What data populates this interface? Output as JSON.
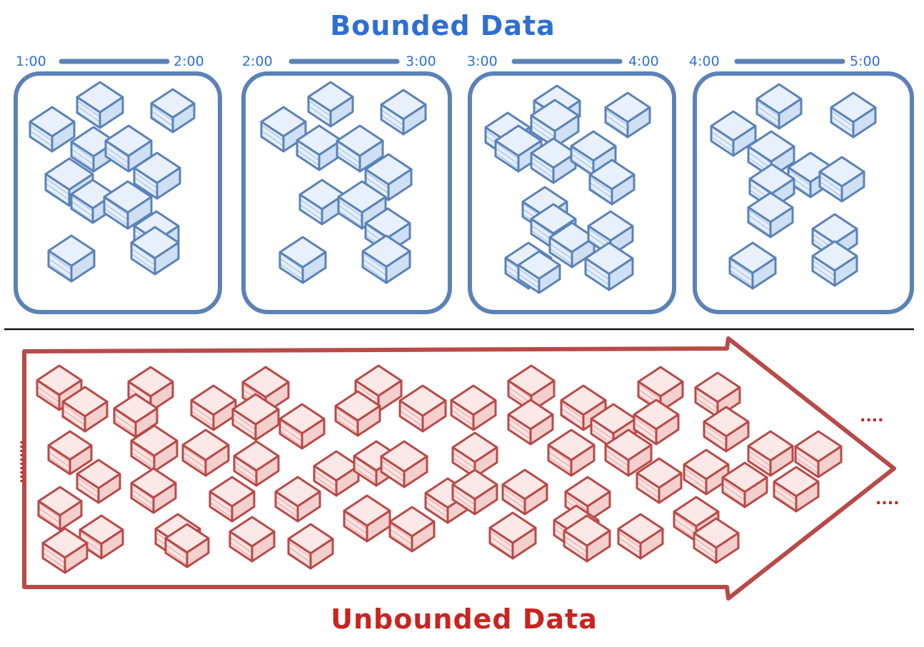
{
  "bounded": {
    "title": "Bounded Data",
    "windows": [
      {
        "start": "1:00",
        "end": "2:00"
      },
      {
        "start": "2:00",
        "end": "3:00"
      },
      {
        "start": "3:00",
        "end": "4:00"
      },
      {
        "start": "4:00",
        "end": "5:00"
      }
    ]
  },
  "unbounded": {
    "title": "Unbounded Data",
    "continuation_marks": [
      "....",
      "...."
    ]
  },
  "colors": {
    "bounded": "#5b82b8",
    "bounded_fill": "#d6e6f7",
    "unbounded": "#b84a48",
    "unbounded_fill": "#f6cdcc",
    "divider": "#111111"
  }
}
